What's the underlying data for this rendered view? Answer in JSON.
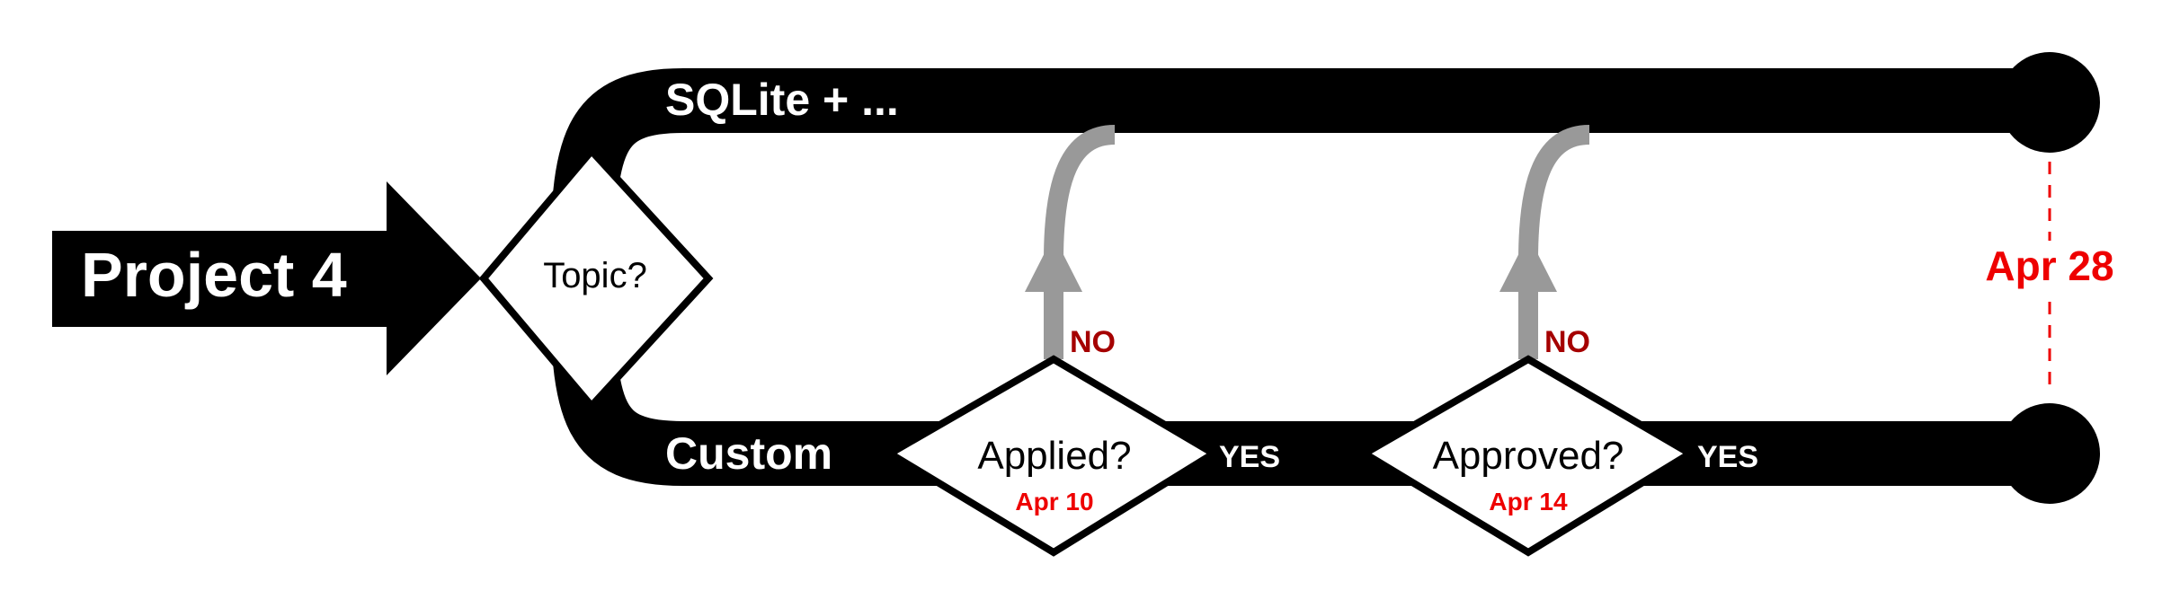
{
  "start_label": "Project 4",
  "decisions": {
    "topic": "Topic?",
    "applied": "Applied?",
    "approved": "Approved?"
  },
  "tracks": {
    "top": "SQLite + ...",
    "bottom": "Custom"
  },
  "branch_labels": {
    "applied_no": "NO",
    "applied_yes": "YES",
    "approved_no": "NO",
    "approved_yes": "YES"
  },
  "dates": {
    "applied": "Apr 10",
    "approved": "Apr 14",
    "deadline": "Apr 28"
  },
  "colors": {
    "track": "#000000",
    "return_path": "#999999",
    "no_label": "#a50000",
    "date": "#ee0000"
  }
}
